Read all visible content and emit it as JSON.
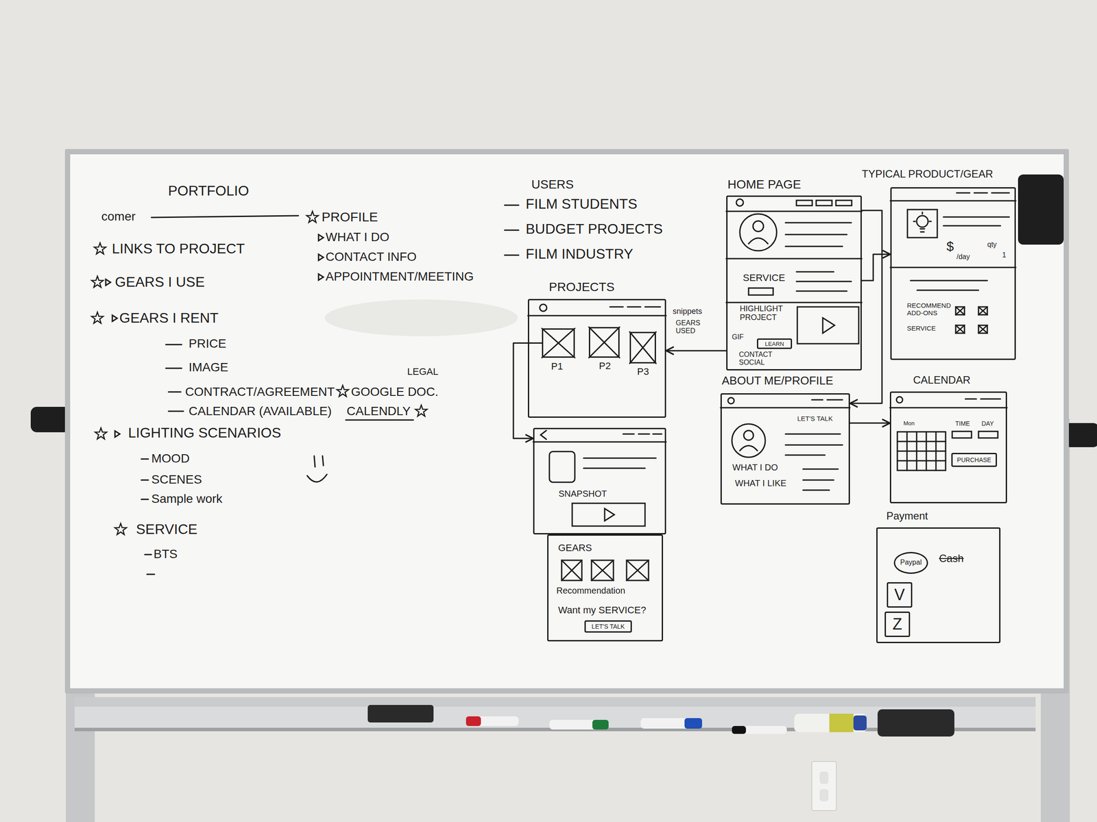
{
  "diagram": {
    "title": "PORTFOLIO",
    "nodes": [
      {
        "text": [
          "PROJECTS"
        ]
      },
      {
        "text": [
          "P1"
        ],
        "in": 0
      },
      {
        "text": [
          "P2"
        ],
        "in": 0
      },
      {
        "text": [
          "P3"
        ],
        "in": 0
      },
      {
        "text": [
          "SNAPSHOT"
        ]
      },
      {
        "text": [
          "GEARS",
          "Recommendation",
          "Want my SERVICE?"
        ]
      },
      {
        "text": [
          "LET'S TALK"
        ],
        "in": 5
      },
      {
        "text": [
          "HOME PAGE",
          "SERVICE",
          "HIGHLIGHT PROJECT",
          "GIF",
          "CONTACT SOCIAL"
        ]
      },
      {
        "text": [
          "LEARN"
        ],
        "in": 7
      },
      {
        "text": [
          "TYPICAL PRODUCT/GEAR",
          "$",
          "/day",
          "qty",
          "1",
          "RECOMMEND ADD-ONS",
          "SERVICE"
        ]
      },
      {
        "text": [
          "ABOUT ME/PROFILE",
          "LET'S TALK",
          "WHAT I DO",
          "WHAT I LIKE"
        ]
      },
      {
        "text": [
          "CALENDAR",
          "Mon",
          "TIME",
          "DAY"
        ]
      },
      {
        "text": [
          "PURCHASE"
        ],
        "in": 11
      },
      {
        "text": [
          "Payment",
          "Cash"
        ]
      },
      {
        "text": [
          "Paypal"
        ],
        "in": 13
      },
      {
        "text": [
          "V"
        ],
        "in": 13
      },
      {
        "text": [
          "Z"
        ],
        "in": 13
      }
    ],
    "edges": [
      {
        "from": 7,
        "to": 0,
        "arrow": "to"
      },
      {
        "from": 1,
        "to": 4,
        "arrow": "to"
      },
      {
        "from": 7,
        "to": 9,
        "arrow": "to"
      },
      {
        "from": 7,
        "to": 10,
        "arrow": "to"
      },
      {
        "from": 10,
        "to": 11,
        "arrow": "to"
      }
    ],
    "labels": [
      "comer",
      "PROFILE",
      "WHAT I DO",
      "CONTACT INFO",
      "APPOINTMENT/MEETING",
      "LINKS TO PROJECT",
      "GEARS I USE",
      "GEARS I RENT",
      "PRICE",
      "IMAGE",
      "LEGAL",
      "CONTRACT/AGREEMENT",
      "GOOGLE DOC.",
      "CALENDAR (AVAILABLE)",
      "CALENDLY",
      "LIGHTING SCENARIOS",
      "MOOD",
      "SCENES",
      "Sample work",
      "SERVICE",
      "BTS",
      "USERS",
      "FILM STUDENTS",
      "BUDGET PROJECTS",
      "FILM INDUSTRY",
      "snippets",
      "GEARS USED"
    ]
  }
}
